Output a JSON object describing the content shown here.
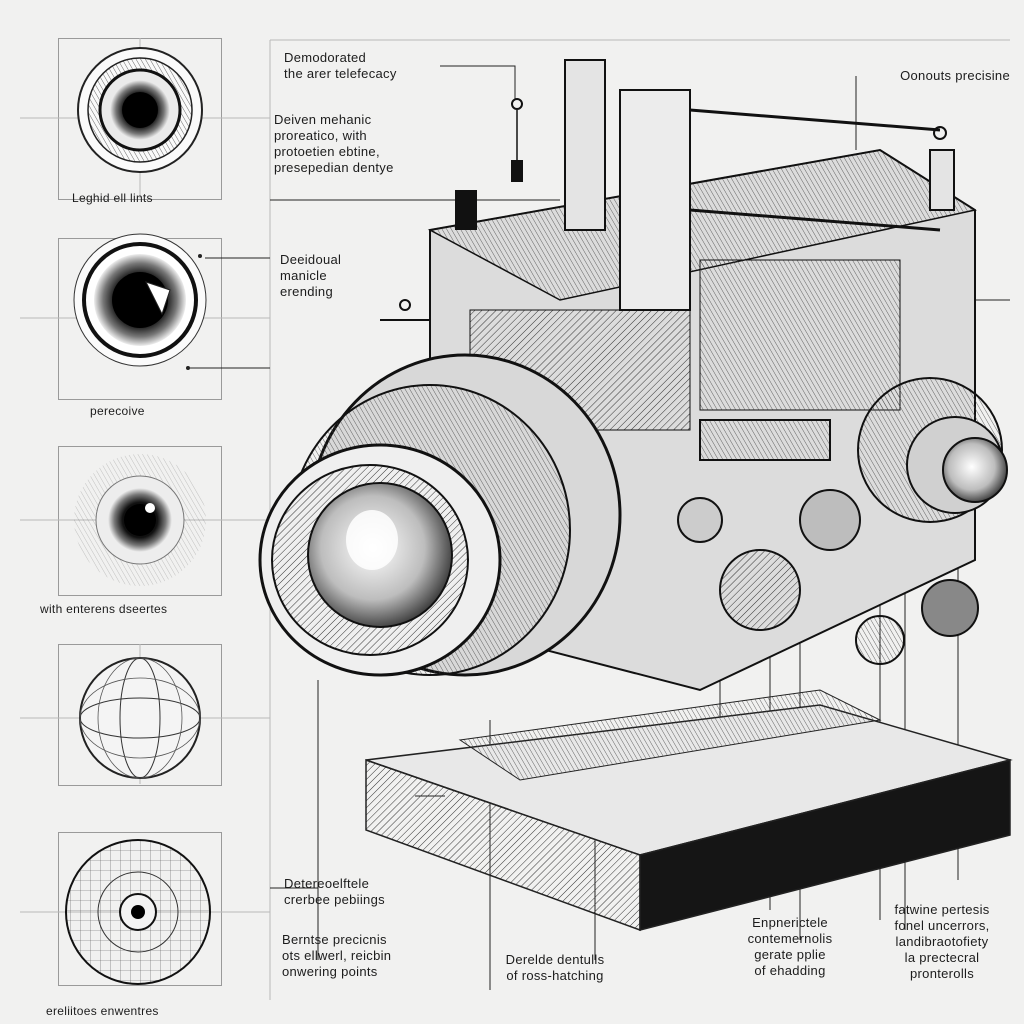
{
  "labels": {
    "top_left_1": "Demodorated\nthe arer telefecacy",
    "top_left_2": "Deiven mehanic\nproreatico, with\nprotoetien ebtine,\npresepedian dentye",
    "panel1_caption": "Leghid ell lints",
    "mid_label": "Deeidoual\nmanicle\nerending",
    "panel2_caption": "perecoive",
    "panel3_caption": "with enterens dseertes",
    "lower_label_1": "Detereoelftele\ncrerbee pebiings",
    "lower_label_2": "Berntse precicnis\nots ellwerl, reicbin\nonwering points",
    "bottom_left_caption": "ereliitoes enwentres",
    "bottom_mid": "Derelde dentulls\nof ross-hatching",
    "bottom_center": "Enpnerictele\ncontemernolis\ngerate pplie\nof ehadding",
    "bottom_right": "fatwine pertesis\nfonel uncerrors,\nlandibraotofiety\nla prectecral\npronterolls",
    "top_right": "Oonouts precisine"
  },
  "colors": {
    "paper": "#f1f1f0",
    "ink": "#1a1a1a",
    "rule": "#9a9a9a"
  },
  "icons": [
    "eye-detail-icon",
    "eye-iris-icon",
    "eye-radial-icon",
    "sphere-wireframe-icon",
    "sphere-grid-icon"
  ]
}
